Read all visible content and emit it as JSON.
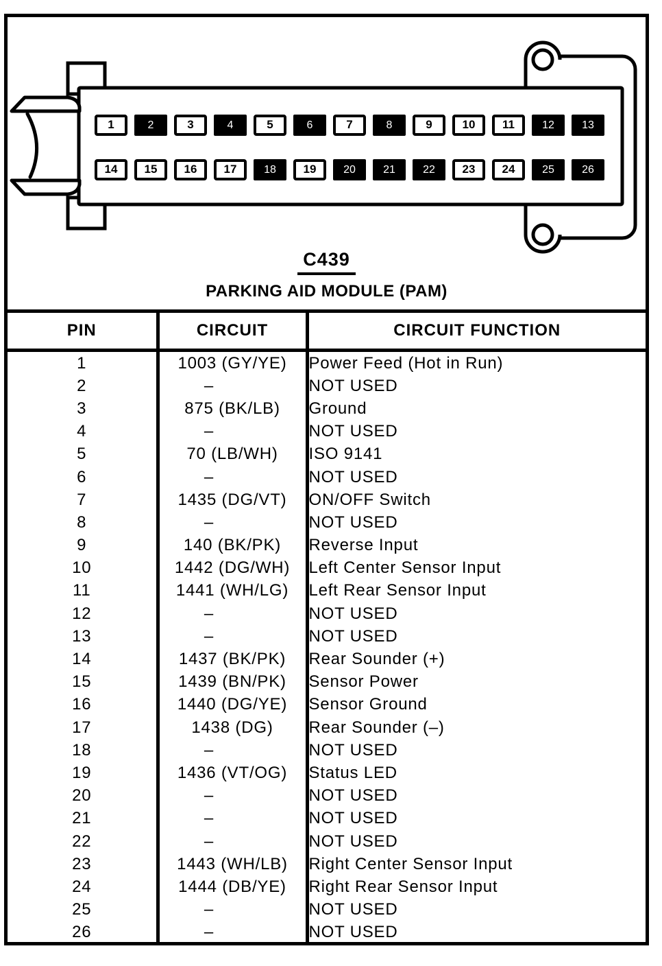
{
  "colors": {
    "ink": "#000000",
    "paper": "#ffffff"
  },
  "connector": {
    "id": "C439",
    "name": "PARKING AID MODULE (PAM)",
    "pins": [
      {
        "num": "1",
        "filled": false
      },
      {
        "num": "2",
        "filled": true
      },
      {
        "num": "3",
        "filled": false
      },
      {
        "num": "4",
        "filled": true
      },
      {
        "num": "5",
        "filled": false
      },
      {
        "num": "6",
        "filled": true
      },
      {
        "num": "7",
        "filled": false
      },
      {
        "num": "8",
        "filled": true
      },
      {
        "num": "9",
        "filled": false
      },
      {
        "num": "10",
        "filled": false
      },
      {
        "num": "11",
        "filled": false
      },
      {
        "num": "12",
        "filled": true
      },
      {
        "num": "13",
        "filled": true
      },
      {
        "num": "14",
        "filled": false
      },
      {
        "num": "15",
        "filled": false
      },
      {
        "num": "16",
        "filled": false
      },
      {
        "num": "17",
        "filled": false
      },
      {
        "num": "18",
        "filled": true
      },
      {
        "num": "19",
        "filled": false
      },
      {
        "num": "20",
        "filled": true
      },
      {
        "num": "21",
        "filled": true
      },
      {
        "num": "22",
        "filled": true
      },
      {
        "num": "23",
        "filled": false
      },
      {
        "num": "24",
        "filled": false
      },
      {
        "num": "25",
        "filled": true
      },
      {
        "num": "26",
        "filled": true
      }
    ]
  },
  "table": {
    "headers": [
      "PIN",
      "CIRCUIT",
      "CIRCUIT FUNCTION"
    ],
    "rows": [
      {
        "pin": "1",
        "circuit": "1003 (GY/YE)",
        "function": "Power Feed (Hot in Run)"
      },
      {
        "pin": "2",
        "circuit": "–",
        "function": "NOT USED"
      },
      {
        "pin": "3",
        "circuit": "875 (BK/LB)",
        "function": "Ground"
      },
      {
        "pin": "4",
        "circuit": "–",
        "function": "NOT USED"
      },
      {
        "pin": "5",
        "circuit": "70 (LB/WH)",
        "function": "ISO 9141"
      },
      {
        "pin": "6",
        "circuit": "–",
        "function": "NOT USED"
      },
      {
        "pin": "7",
        "circuit": "1435 (DG/VT)",
        "function": "ON/OFF Switch"
      },
      {
        "pin": "8",
        "circuit": "–",
        "function": "NOT USED"
      },
      {
        "pin": "9",
        "circuit": "140 (BK/PK)",
        "function": "Reverse Input"
      },
      {
        "pin": "10",
        "circuit": "1442 (DG/WH)",
        "function": "Left Center Sensor Input"
      },
      {
        "pin": "11",
        "circuit": "1441 (WH/LG)",
        "function": "Left Rear Sensor Input"
      },
      {
        "pin": "12",
        "circuit": "–",
        "function": "NOT USED"
      },
      {
        "pin": "13",
        "circuit": "–",
        "function": "NOT USED"
      },
      {
        "pin": "14",
        "circuit": "1437 (BK/PK)",
        "function": "Rear Sounder (+)"
      },
      {
        "pin": "15",
        "circuit": "1439 (BN/PK)",
        "function": "Sensor Power"
      },
      {
        "pin": "16",
        "circuit": "1440 (DG/YE)",
        "function": "Sensor Ground"
      },
      {
        "pin": "17",
        "circuit": "1438 (DG)",
        "function": "Rear Sounder (–)"
      },
      {
        "pin": "18",
        "circuit": "–",
        "function": "NOT USED"
      },
      {
        "pin": "19",
        "circuit": "1436 (VT/OG)",
        "function": "Status LED"
      },
      {
        "pin": "20",
        "circuit": "–",
        "function": "NOT USED"
      },
      {
        "pin": "21",
        "circuit": "–",
        "function": "NOT USED"
      },
      {
        "pin": "22",
        "circuit": "–",
        "function": "NOT USED"
      },
      {
        "pin": "23",
        "circuit": "1443 (WH/LB)",
        "function": "Right Center Sensor Input"
      },
      {
        "pin": "24",
        "circuit": "1444 (DB/YE)",
        "function": "Right Rear Sensor Input"
      },
      {
        "pin": "25",
        "circuit": "–",
        "function": "NOT USED"
      },
      {
        "pin": "26",
        "circuit": "–",
        "function": "NOT USED"
      }
    ]
  }
}
